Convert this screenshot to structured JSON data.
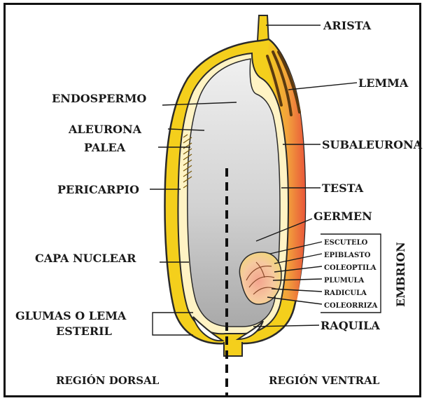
{
  "labels": {
    "arista": "ARISTA",
    "lemma": "LEMMA",
    "endospermo": "ENDOSPERMO",
    "aleurona": "ALEURONA",
    "palea": "PALEA",
    "subaleurona": "SUBALEURONA",
    "pericarpio": "PERICARPIO",
    "testa": "TESTA",
    "germen": "GERMEN",
    "capa_nuclear": "CAPA NUCLEAR",
    "glumas_line1": "GLUMAS O LEMA",
    "glumas_line2": "ESTERIL",
    "raquila": "RAQUILA",
    "embrion": "EMBRION",
    "region_dorsal": "REGIÓN DORSAL",
    "region_ventral": "REGIÓN VENTRAL"
  },
  "embryo_parts": [
    "ESCUTELO",
    "EPIBLASTO",
    "COLEOPTILA",
    "PLUMULA",
    "RADICULA",
    "COLEORRIZA"
  ],
  "colors": {
    "hull_yellow": "#f4cf1c",
    "hull_outline": "#2a2a2a",
    "aleurone_band": "#fff3c4",
    "endosperm_light": "#e9e9e9",
    "endosperm_dark": "#b8b8b8",
    "ventral_orange": "#f2a23c",
    "ventral_red": "#e9583a",
    "embryo_pink": "#f5b8a0",
    "embryo_yellow": "#f1cf6a"
  }
}
